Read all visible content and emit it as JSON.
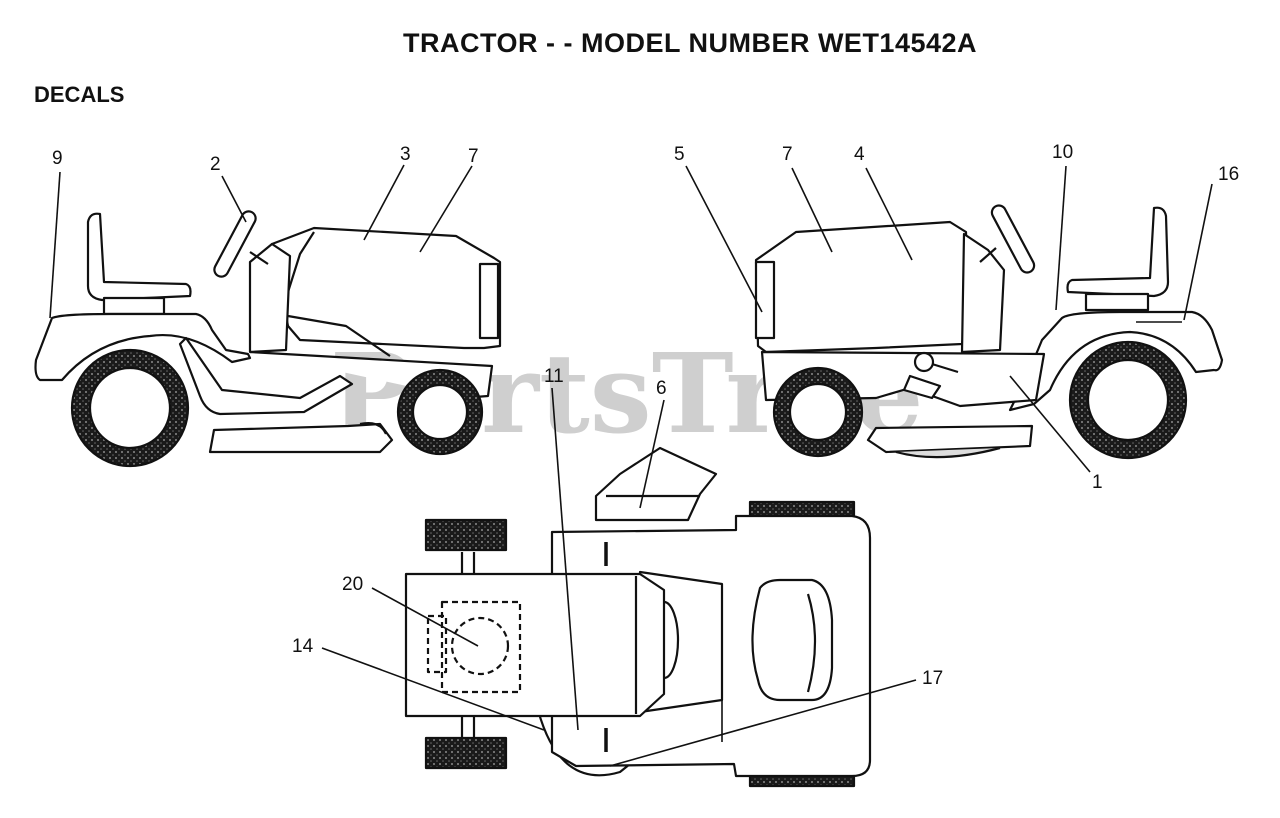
{
  "header": {
    "title": "TRACTOR - - MODEL NUMBER WET14542A",
    "section": "DECALS"
  },
  "watermark": "PartsTree",
  "callouts": {
    "c1": "1",
    "c2": "2",
    "c3": "3",
    "c4": "4",
    "c5": "5",
    "c6": "6",
    "c7a": "7",
    "c7b": "7",
    "c9": "9",
    "c10": "10",
    "c11": "11",
    "c14": "14",
    "c16": "16",
    "c17": "17",
    "c20": "20"
  },
  "views": [
    "left-side-view",
    "right-side-view",
    "top-view"
  ]
}
